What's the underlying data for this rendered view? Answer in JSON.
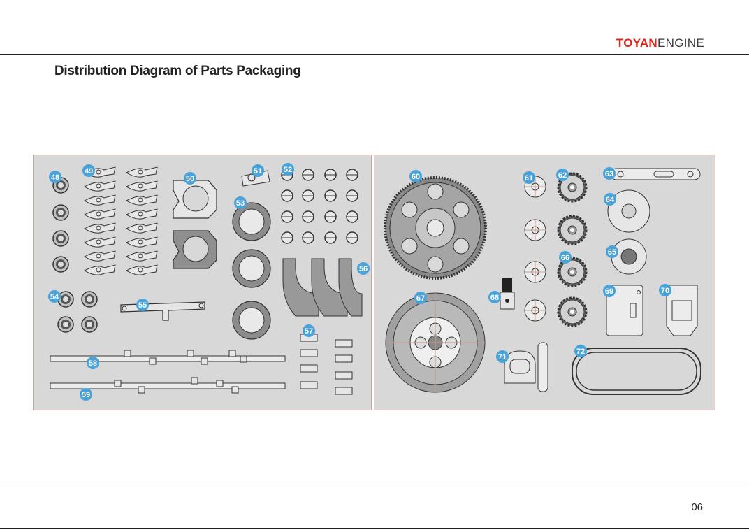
{
  "header": {
    "brand_strong": "TOYAN",
    "brand_light": "ENGINE"
  },
  "title": "Distribution Diagram of Parts Packaging",
  "footer": {
    "page_number": "06"
  },
  "left_panel": {
    "labels": [
      "48",
      "49",
      "50",
      "51",
      "52",
      "53",
      "54",
      "55",
      "56",
      "57",
      "58",
      "59"
    ]
  },
  "right_panel": {
    "labels": [
      "60",
      "61",
      "62",
      "63",
      "64",
      "65",
      "66",
      "67",
      "68",
      "69",
      "70",
      "71",
      "72"
    ]
  },
  "colors": {
    "brand_red": "#e1251b",
    "badge_blue": "#4aa3d8",
    "panel_bg": "#d8d8d8"
  }
}
